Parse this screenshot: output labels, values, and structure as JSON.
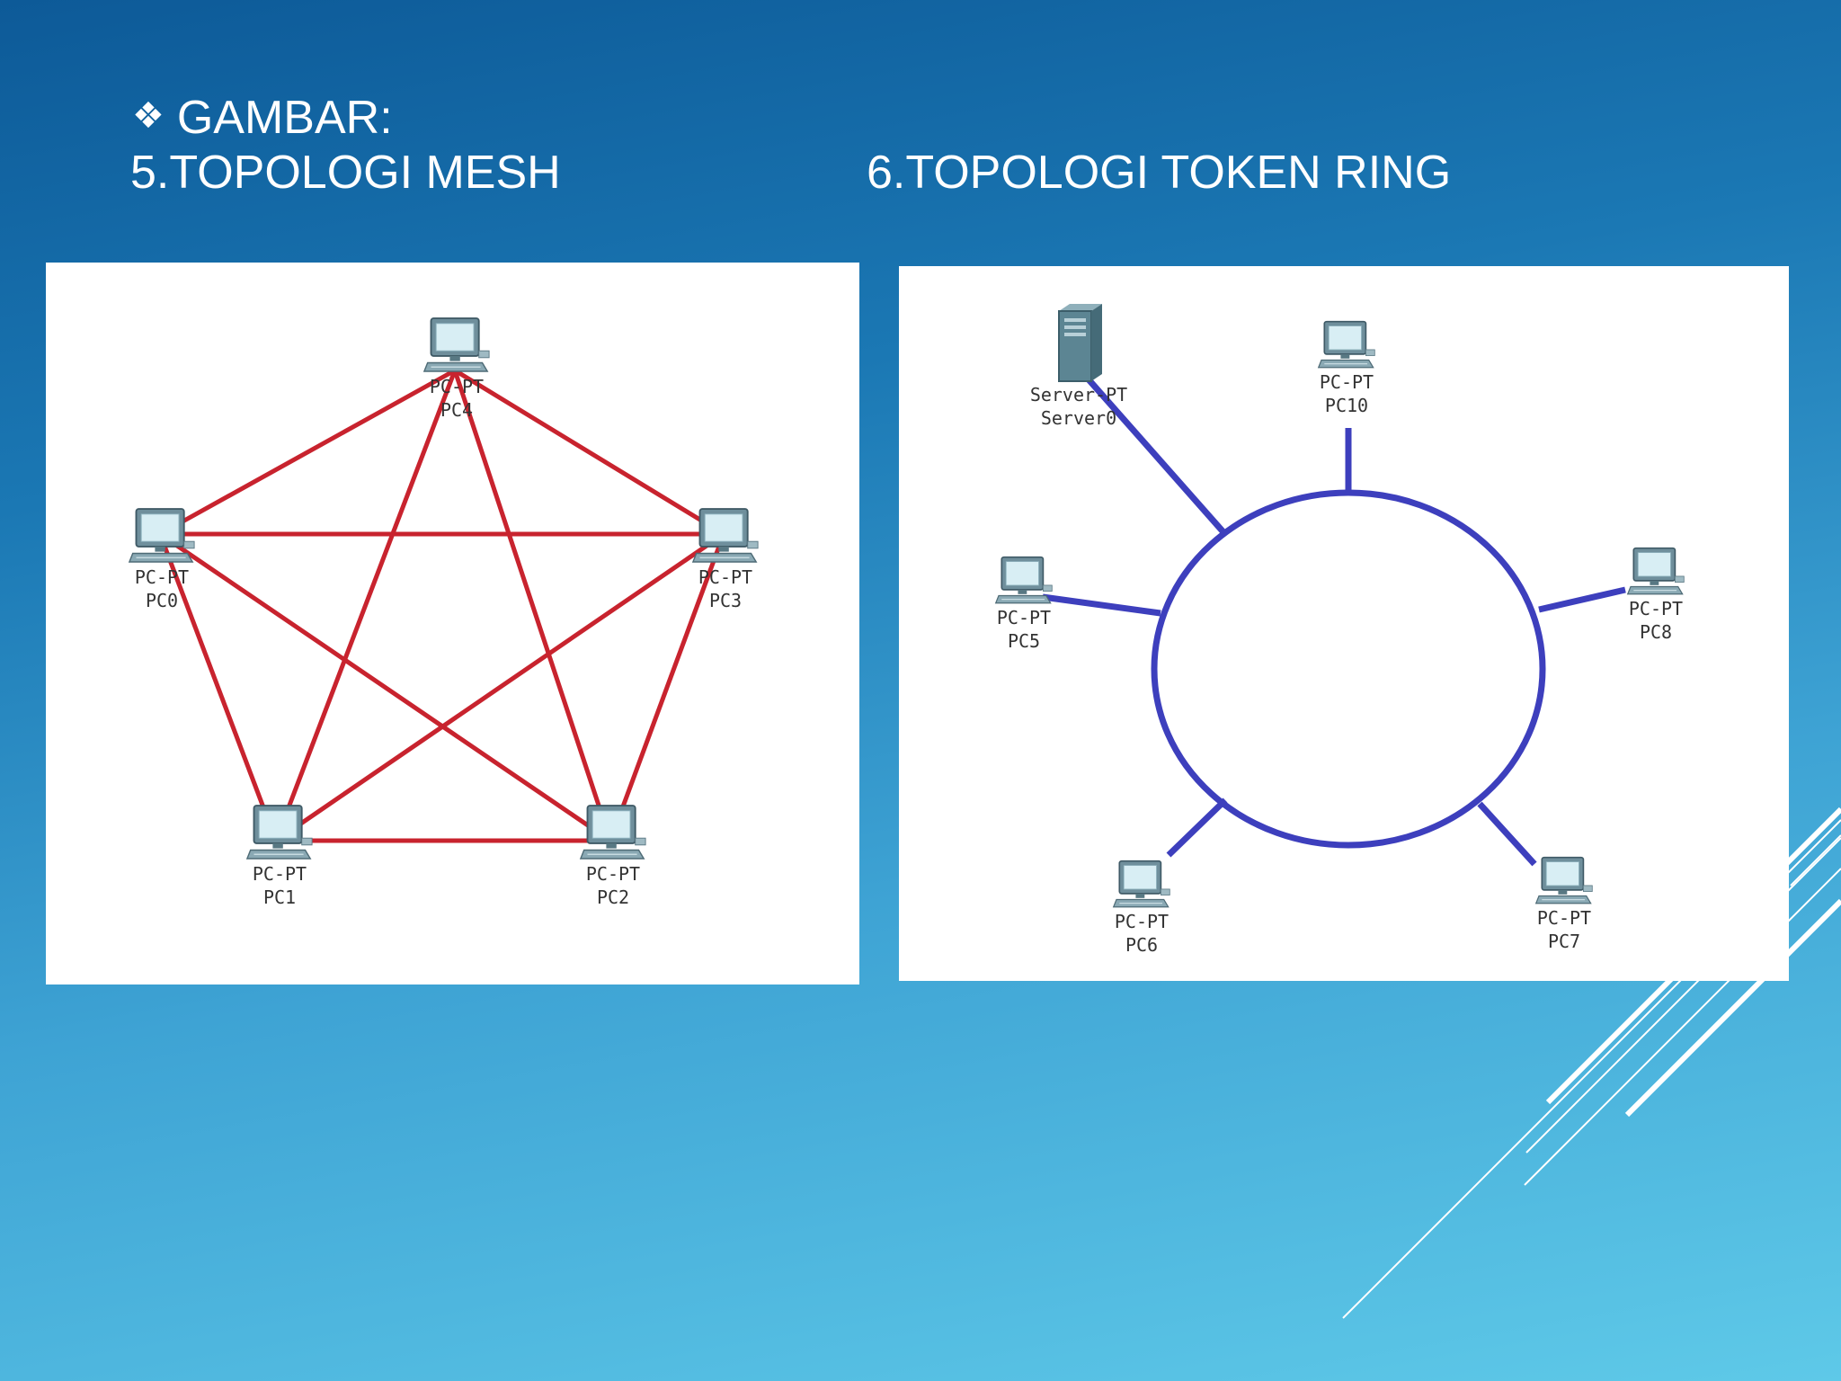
{
  "heading": {
    "bullet": "❖",
    "text": "GAMBAR:"
  },
  "titles": {
    "mesh": "5.TOPOLOGI MESH",
    "ring": "6.TOPOLOGI TOKEN RING"
  },
  "mesh": {
    "link_color": "#c8232e",
    "nodes": [
      {
        "id": "PC4",
        "type": "PC-PT",
        "name": "PC4"
      },
      {
        "id": "PC0",
        "type": "PC-PT",
        "name": "PC0"
      },
      {
        "id": "PC3",
        "type": "PC-PT",
        "name": "PC3"
      },
      {
        "id": "PC1",
        "type": "PC-PT",
        "name": "PC1"
      },
      {
        "id": "PC2",
        "type": "PC-PT",
        "name": "PC2"
      }
    ],
    "links": [
      [
        "PC4",
        "PC0"
      ],
      [
        "PC4",
        "PC3"
      ],
      [
        "PC4",
        "PC1"
      ],
      [
        "PC4",
        "PC2"
      ],
      [
        "PC0",
        "PC3"
      ],
      [
        "PC0",
        "PC1"
      ],
      [
        "PC0",
        "PC2"
      ],
      [
        "PC3",
        "PC1"
      ],
      [
        "PC3",
        "PC2"
      ],
      [
        "PC1",
        "PC2"
      ]
    ]
  },
  "ring": {
    "ring_color": "#3d3fbd",
    "nodes": [
      {
        "id": "Server0",
        "type": "Server-PT",
        "name": "Server0",
        "icon": "server-icon"
      },
      {
        "id": "PC10",
        "type": "PC-PT",
        "name": "PC10",
        "icon": "pc-icon"
      },
      {
        "id": "PC5",
        "type": "PC-PT",
        "name": "PC5",
        "icon": "pc-icon"
      },
      {
        "id": "PC8",
        "type": "PC-PT",
        "name": "PC8",
        "icon": "pc-icon"
      },
      {
        "id": "PC6",
        "type": "PC-PT",
        "name": "PC6",
        "icon": "pc-icon"
      },
      {
        "id": "PC7",
        "type": "PC-PT",
        "name": "PC7",
        "icon": "pc-icon"
      }
    ]
  }
}
